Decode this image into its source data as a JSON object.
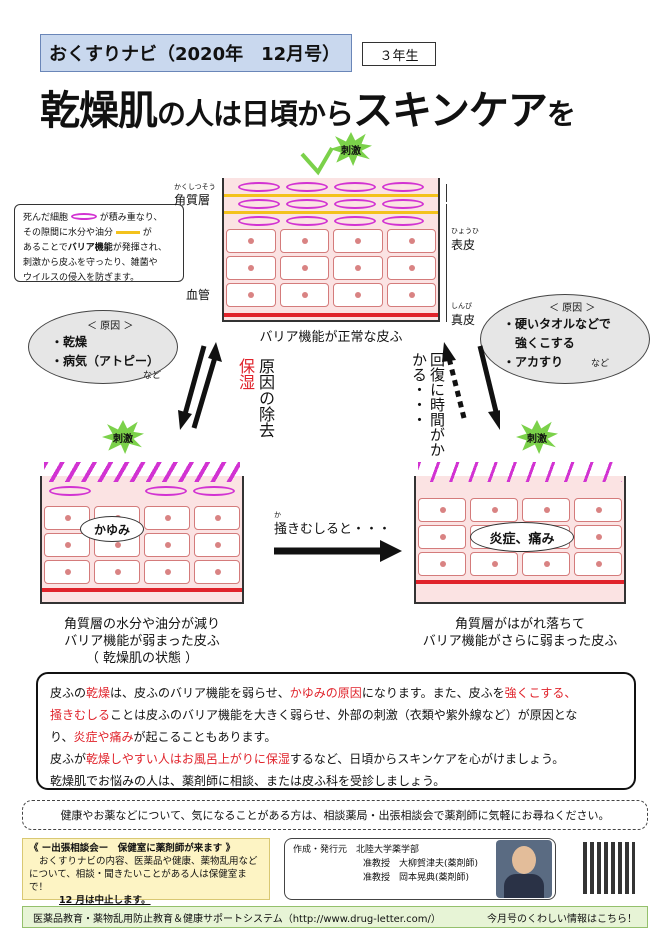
{
  "header": {
    "title": "おくすりナビ（2020年　12月号）",
    "grade": "３年生"
  },
  "headline": {
    "p1": "乾燥肌",
    "p2": "の",
    "p3": "人は日頃から",
    "p4": "スキンケア",
    "p5": "を"
  },
  "top_diagram": {
    "labels": {
      "stratum_ruby": "かくしつそう",
      "stratum": "角質層",
      "epidermis_ruby": "ひょうひ",
      "epidermis": "表皮",
      "vessel": "血管",
      "dermis_ruby": "しんぴ",
      "dermis": "真皮"
    },
    "stimulus": "刺激",
    "caption": "バリア機能が正常な皮ふ",
    "callout": {
      "l1a": "死んだ細胞",
      "l1b": "が積み重なり、",
      "l2a": "その隙間に水分や油分",
      "l2b": "が",
      "l3a": "あることで",
      "l3b": "バリア機能",
      "l3c": "が発揮され、",
      "l4": "刺激から皮ふを守ったり、雑菌や",
      "l5": "ウイルスの侵入を防ぎます。"
    }
  },
  "left_bubble": {
    "title": "＜ 原因 ＞",
    "i1": "・乾燥",
    "i2": "・病気（アトピー）",
    "etc": "など"
  },
  "right_bubble": {
    "title": "＜ 原因 ＞",
    "i1": "・硬いタオルなどで",
    "i1b": "強くこする",
    "i2": "・アカすり",
    "etc": "など"
  },
  "mid_left": {
    "red": "保湿",
    "text": "原因の除去"
  },
  "mid_right": {
    "text": "回復に時間がかかる・・・"
  },
  "left_diagram": {
    "stimulus": "刺激",
    "itch": "かゆみ",
    "c1": "角質層の水分や油分が減り",
    "c2": "バリア機能が弱まった皮ふ",
    "c3": "（ 乾燥肌の状態 ）"
  },
  "middle_arrow": {
    "ruby": "か",
    "text": "掻きむしると・・・"
  },
  "right_diagram": {
    "stimulus": "刺激",
    "inflam": "炎症、痛み",
    "c1": "角質層がはがれ落ちて",
    "c2": "バリア機能がさらに弱まった皮ふ"
  },
  "summary": {
    "s1": "皮ふの",
    "s2": "乾燥",
    "s3": "は、皮ふのバリア機能を弱らせ、",
    "s4": "かゆみの原因",
    "s5": "になります。また、皮ふを",
    "s6": "強くこする、",
    "s7": "掻きむしる",
    "s8": "ことは皮ふのバリア機能を大きく弱らせ、外部の刺激（衣類や紫外線など）が原因とな",
    "s9": "り、",
    "s10": "炎症や痛み",
    "s11": "が起こることもあります。",
    "s12": "皮ふが",
    "s13": "乾燥しやすい人はお風呂上がりに保湿",
    "s14": "するなど、日頃からスキンケアを心がけましょう。",
    "s15": "乾燥肌でお悩みの人は、薬剤師に相談、または皮ふ科を受診しましょう。"
  },
  "notice": "健康やお薬などについて、気になることがある方は、相談薬局・出張相談会で薬剤師に気軽にお尋ねください。",
  "yellow": {
    "t": "《 ー出張相談会ー　保健室に薬剤師が来ます 》",
    "b1": "おくすりナビの内容、医薬品や健康、薬物乱用など",
    "b2": "について、相談・聞きたいことがある人は保健室まで！",
    "b3": "12 月は中止します。"
  },
  "author": {
    "l1a": "作成・発行元",
    "l1b": "北陸大学薬学部",
    "l2": "准教授　大柳賀津夫(薬剤師)",
    "l3": "准教授　岡本晃典(薬剤師)"
  },
  "footer": {
    "left": "医薬品教育・薬物乱用防止教育＆健康サポートシステム（http://www.drug-letter.com/）",
    "right": "今月号のくわしい情報はこちら！"
  },
  "colors": {
    "accent_red": "#e0232b",
    "ring": "#d233d2",
    "oil": "#f3c21c",
    "burst": "#7bd14a"
  }
}
